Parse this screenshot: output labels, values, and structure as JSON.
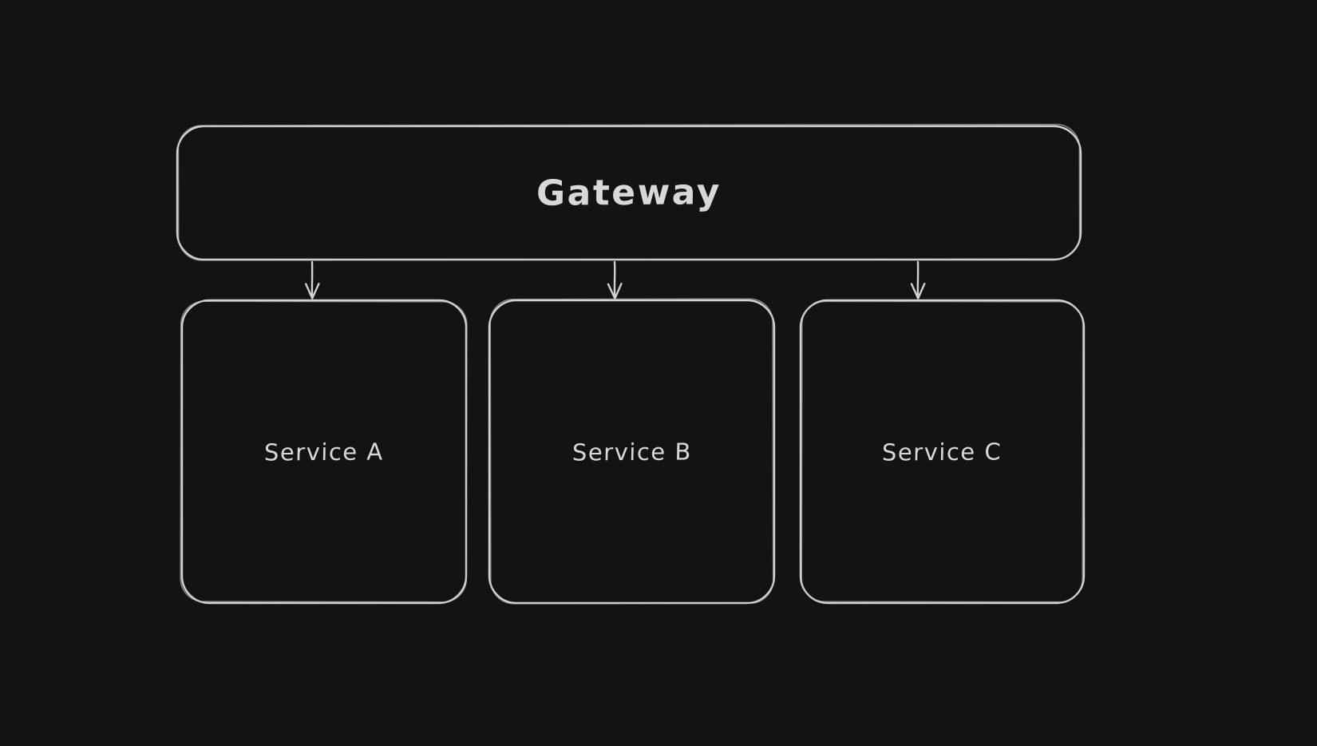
{
  "canvas": {
    "background": "#131313",
    "stroke_color": "#d2d2d2",
    "text_color": "#d8d8d8"
  },
  "nodes": {
    "gateway": {
      "label": "Gateway"
    },
    "service_a": {
      "label": "Service A"
    },
    "service_b": {
      "label": "Service B"
    },
    "service_c": {
      "label": "Service C"
    }
  },
  "edges": [
    {
      "from": "gateway",
      "to": "service_a"
    },
    {
      "from": "gateway",
      "to": "service_b"
    },
    {
      "from": "gateway",
      "to": "service_c"
    }
  ]
}
